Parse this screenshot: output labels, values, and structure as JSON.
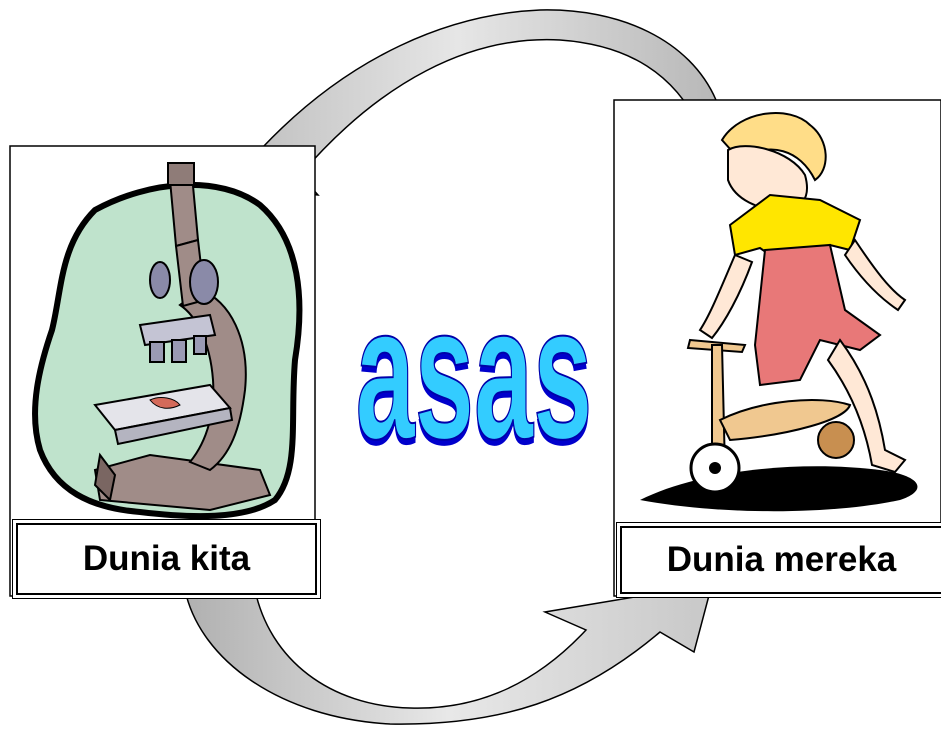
{
  "diagram": {
    "center_word": "asas",
    "left_label": "Dunia kita",
    "right_label": "Dunia mereka",
    "left_image": "microscope-clipart",
    "right_image": "child-on-scooter-clipart"
  },
  "colors": {
    "arrow_fill": "#c0c0c0",
    "word_face": "#33ccff",
    "word_shadow": "#0000cc",
    "blob_fill": "#bfe3cc",
    "microscope_body": "#a08c88",
    "shirt_yellow": "#ffe600",
    "overalls_pink": "#e87878"
  }
}
